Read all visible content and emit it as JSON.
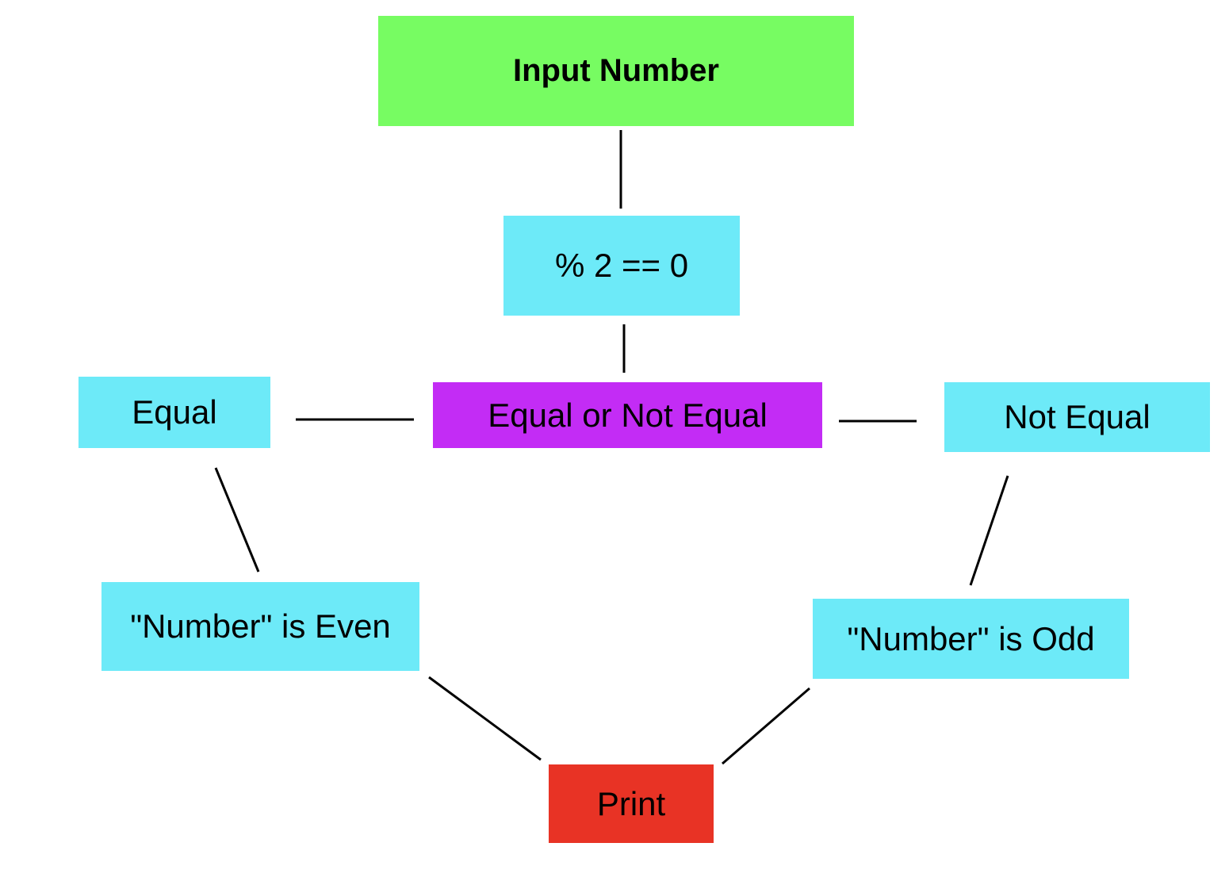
{
  "colors": {
    "start": "#77fc62",
    "process": "#6deaf8",
    "decision": "#c32cf5",
    "output": "#e83325",
    "connector": "#000000"
  },
  "nodes": {
    "input": {
      "label": "Input Number",
      "color": "#77fc62"
    },
    "mod": {
      "label": "% 2 == 0",
      "color": "#6deaf8"
    },
    "decision": {
      "label": "Equal or Not Equal",
      "color": "#c32cf5"
    },
    "equal": {
      "label": "Equal",
      "color": "#6deaf8"
    },
    "not_equal": {
      "label": "Not Equal",
      "color": "#6deaf8"
    },
    "even": {
      "label": "\"Number\" is Even",
      "color": "#6deaf8"
    },
    "odd": {
      "label": "\"Number\" is Odd",
      "color": "#6deaf8"
    },
    "print": {
      "label": "Print",
      "color": "#e83325"
    }
  },
  "edges": [
    {
      "from": "input",
      "to": "mod"
    },
    {
      "from": "mod",
      "to": "decision"
    },
    {
      "from": "decision",
      "to": "equal"
    },
    {
      "from": "decision",
      "to": "not_equal"
    },
    {
      "from": "equal",
      "to": "even"
    },
    {
      "from": "not_equal",
      "to": "odd"
    },
    {
      "from": "even",
      "to": "print"
    },
    {
      "from": "odd",
      "to": "print"
    }
  ]
}
